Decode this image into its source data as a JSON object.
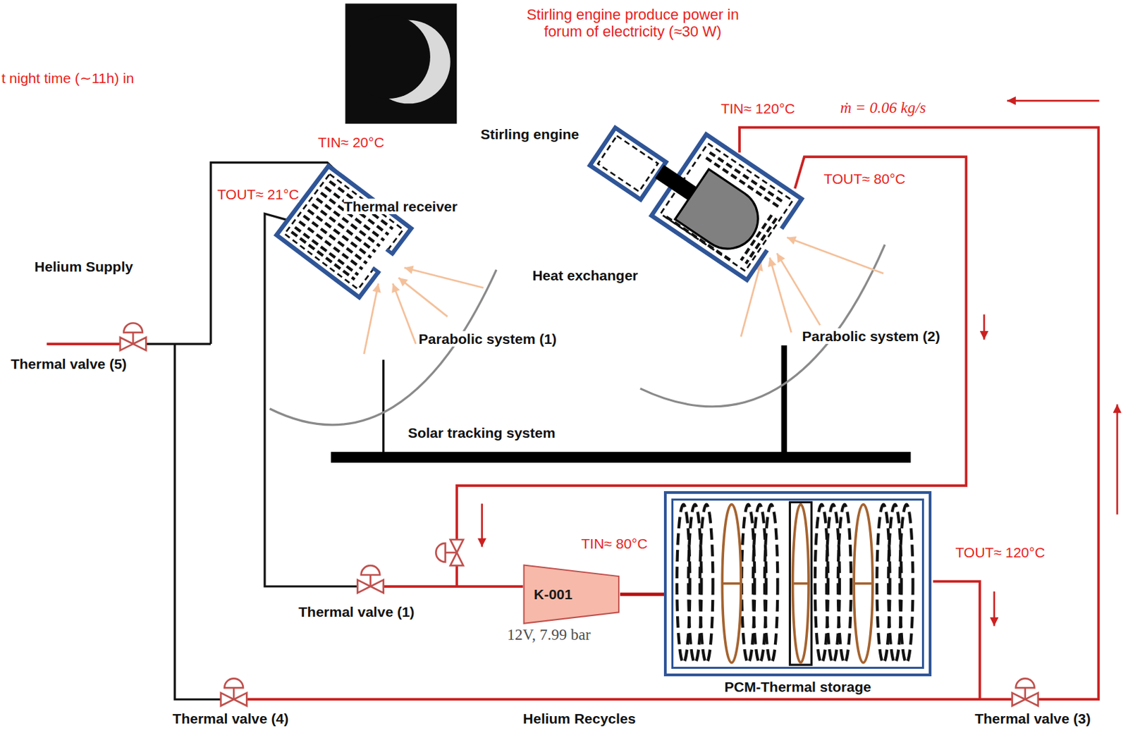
{
  "diagram": {
    "nodes": [
      {
        "text": [
          "K-001"
        ]
      },
      {
        "text": [
          "PCM-Thermal storage"
        ]
      }
    ],
    "edges": [
      {
        "from": 0,
        "to": 1,
        "arrow": "none"
      }
    ],
    "labels": [
      "t night time (∼11h) in",
      "Stirling engine produce power in forum of electricity (≈30 W)",
      "TIN≈ 120°C",
      "ṁ = 0.06 kg/s",
      "TIN≈ 20°C",
      "Stirling engine",
      "TOUT≈ 80°C",
      "TOUT≈ 21°C",
      "Thermal receiver",
      "Helium Supply",
      "Heat exchanger",
      "Parabolic system (2)",
      "Parabolic system (1)",
      "Thermal valve (5)",
      "Solar tracking system",
      "TIN≈ 80°C",
      "TOUT≈ 120°C",
      "Thermal valve (1)",
      "12V, 7.99 bar",
      "Thermal valve (4)",
      "Helium Recycles",
      "Thermal valve (3)"
    ]
  }
}
